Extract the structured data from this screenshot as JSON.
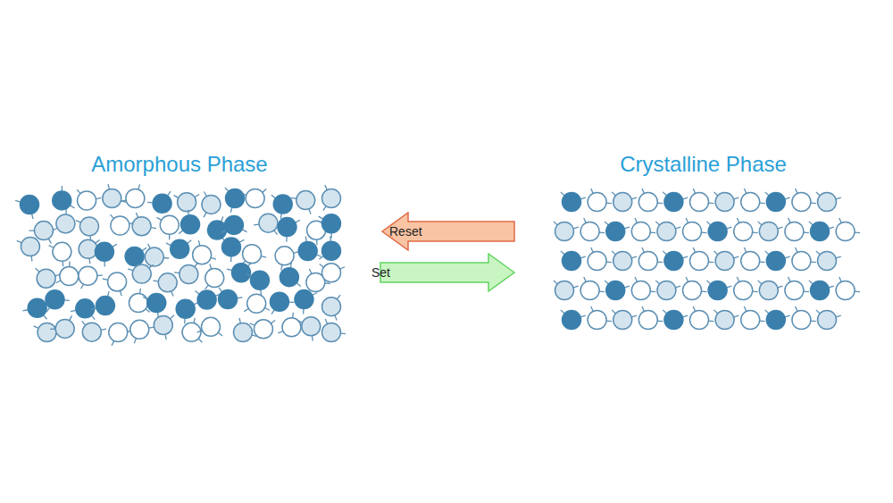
{
  "diagram": {
    "nodes": [
      {
        "text": [
          "Amorphous Phase"
        ]
      },
      {
        "text": [
          "Reset"
        ]
      },
      {
        "text": [
          "Set"
        ]
      },
      {
        "text": [
          "Crystalline Phase"
        ]
      }
    ]
  }
}
